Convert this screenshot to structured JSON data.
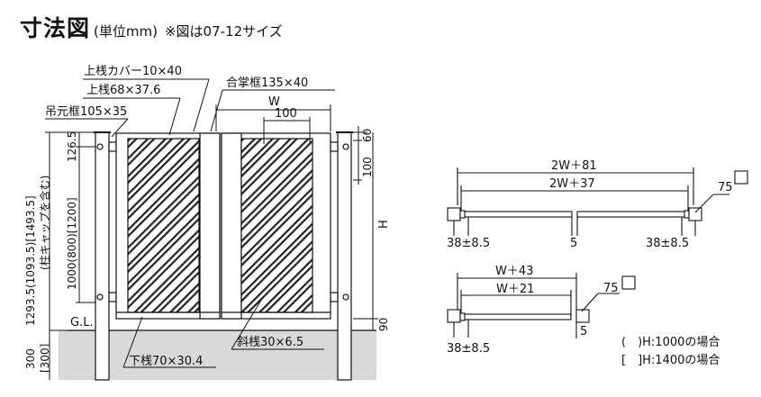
{
  "title": {
    "main": "寸法図",
    "unit": "(単位mm)",
    "note": "※図は07-12サイズ"
  },
  "front_view": {
    "part_labels": {
      "top_rail_cover": "上桟カバー10×40",
      "top_rail": "上桟68×37.6",
      "hinge_frame": "吊元框105×35",
      "meeting_frame": "合掌框135×40",
      "bottom_rail": "下桟70×30.4",
      "diagonal_slat": "斜桟30×6.5"
    },
    "dimensions": {
      "width": "W",
      "slat_pitch": "100",
      "top_offset": "60",
      "slat_height": "100",
      "top_cap": "126.5",
      "height": "H",
      "ground_clearance": "90",
      "ground_label": "G.L.",
      "post_total": "1293.5(1093.5)[1493.5]",
      "post_total_note": "(柱キャップを含む)",
      "hinge_span": "1000(800)[1200]",
      "embed_depth": "300",
      "embed_depth_bracket": "[300]"
    }
  },
  "plan_view_double": {
    "outer_width": "2W＋81",
    "inner_width": "2W＋37",
    "post_size": "75",
    "left_offset": "38±8.5",
    "center_gap": "5",
    "right_offset": "38±8.5"
  },
  "plan_view_single": {
    "outer_width": "W＋43",
    "inner_width": "W＋21",
    "post_size": "75",
    "left_offset": "38±8.5",
    "gap": "5"
  },
  "legend": {
    "paren": "(　)H:1000の場合",
    "bracket": "[　]H:1400の場合"
  },
  "colors": {
    "ground": "#d9d9d9",
    "line": "#111111",
    "background": "#ffffff"
  }
}
